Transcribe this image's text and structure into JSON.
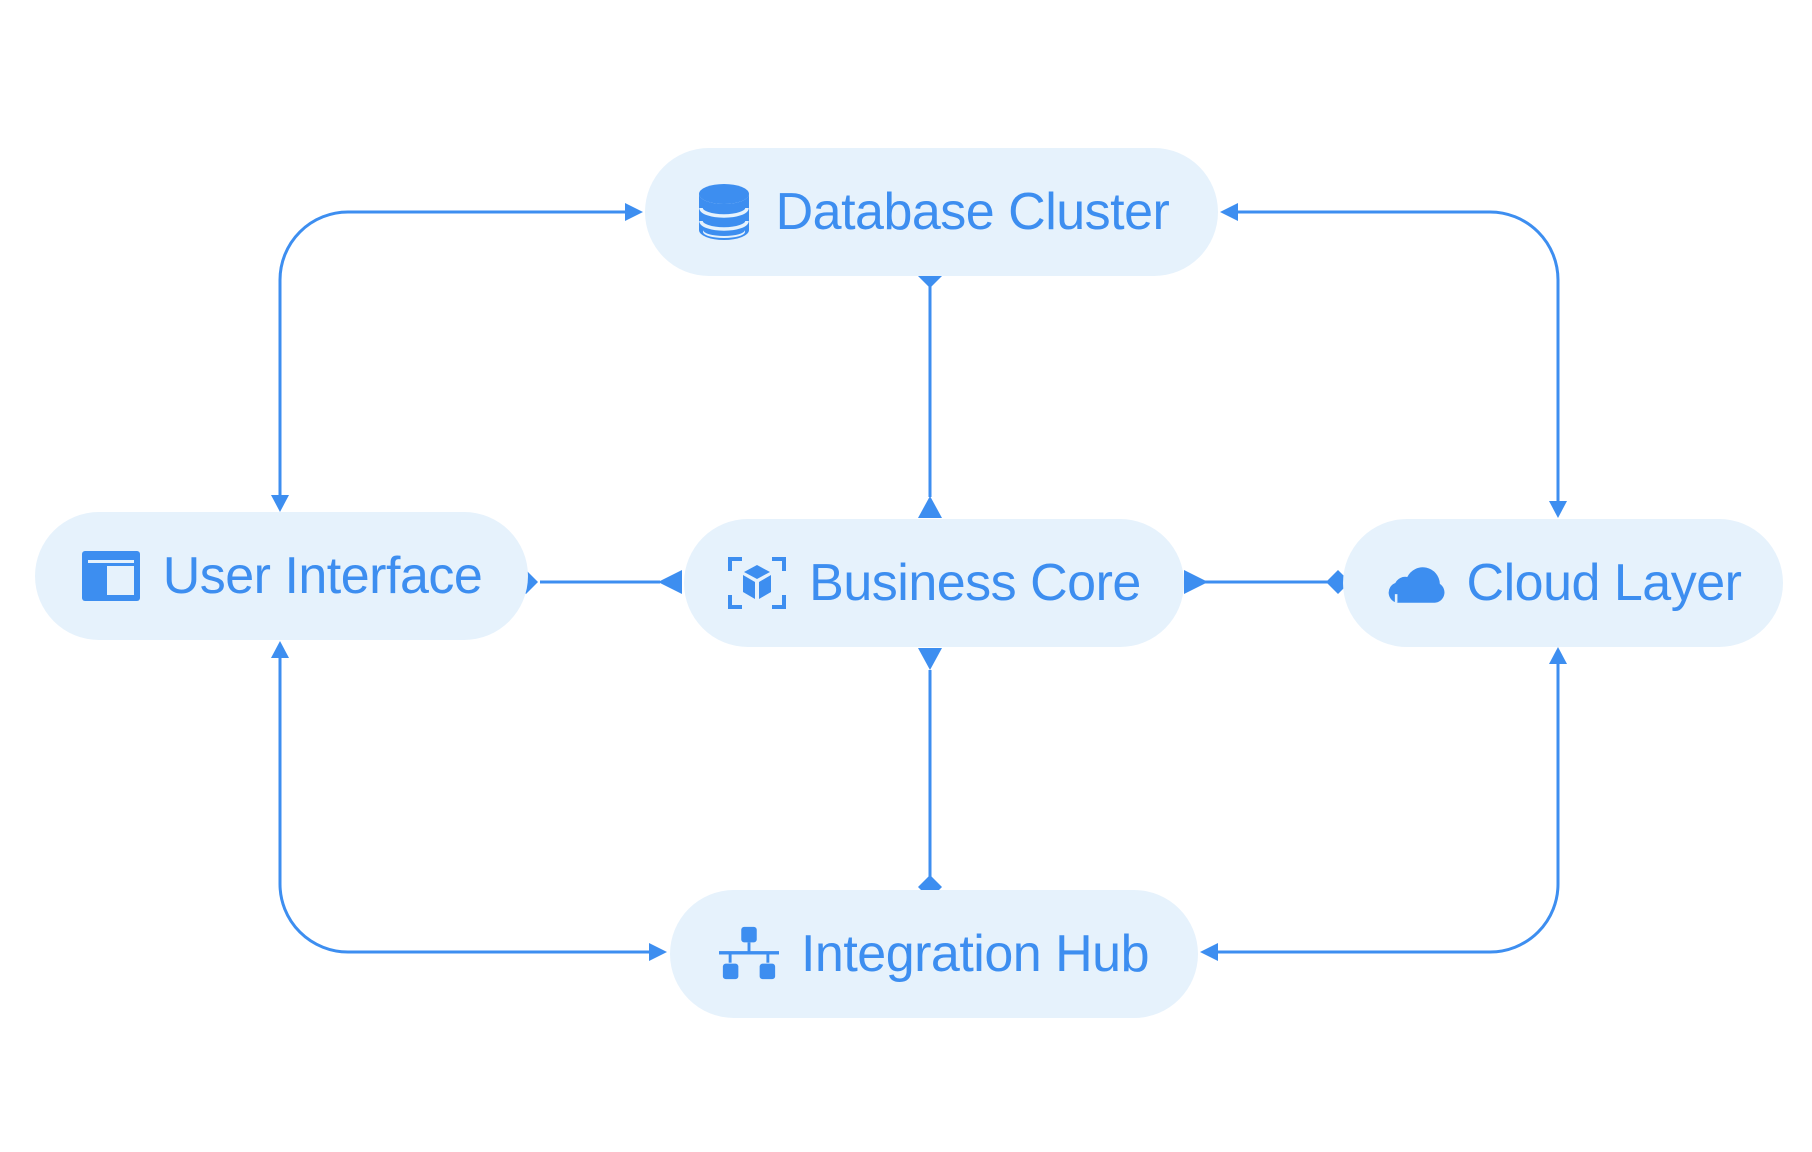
{
  "diagram": {
    "accent_color": "#3d8ef0",
    "node_fill": "#e6f2fc",
    "nodes": {
      "database_cluster": {
        "label": "Database Cluster",
        "icon": "database-icon"
      },
      "user_interface": {
        "label": "User Interface",
        "icon": "layout-window-icon"
      },
      "business_core": {
        "label": "Business Core",
        "icon": "cube-scan-icon"
      },
      "cloud_layer": {
        "label": "Cloud Layer",
        "icon": "cloud-icon"
      },
      "integration_hub": {
        "label": "Integration Hub",
        "icon": "network-hierarchy-icon"
      }
    },
    "edges": [
      {
        "from": "user_interface",
        "to": "database_cluster",
        "ends": "arrow-both"
      },
      {
        "from": "database_cluster",
        "to": "cloud_layer",
        "ends": "arrow-both"
      },
      {
        "from": "user_interface",
        "to": "integration_hub",
        "ends": "arrow-both"
      },
      {
        "from": "cloud_layer",
        "to": "integration_hub",
        "ends": "arrow-both"
      },
      {
        "from": "database_cluster",
        "to": "business_core",
        "ends": "diamond-triangle"
      },
      {
        "from": "user_interface",
        "to": "business_core",
        "ends": "diamond-triangle"
      },
      {
        "from": "business_core",
        "to": "cloud_layer",
        "ends": "triangle-diamond"
      },
      {
        "from": "business_core",
        "to": "integration_hub",
        "ends": "triangle-diamond"
      }
    ]
  }
}
